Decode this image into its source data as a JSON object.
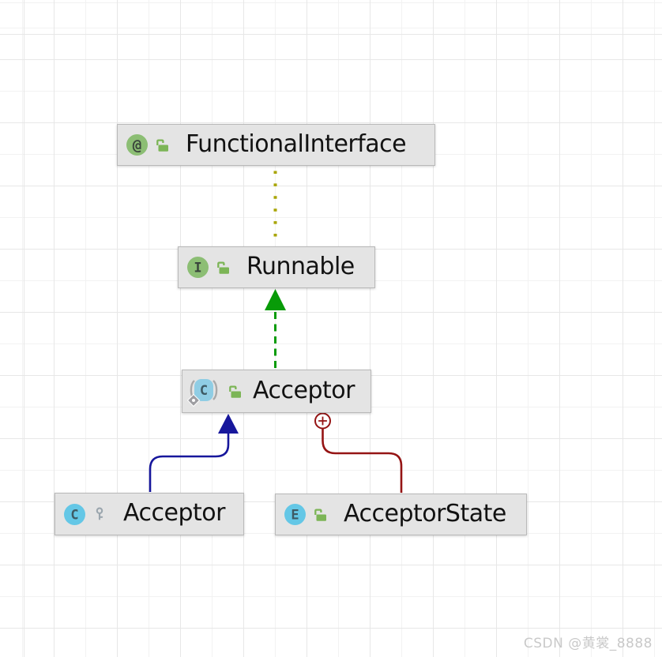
{
  "diagram": {
    "kind": "uml-class-diagram",
    "nodes": [
      {
        "id": "functional-interface",
        "label": "FunctionalInterface",
        "type": "annotation",
        "icon_glyph": "@",
        "visibility": "public"
      },
      {
        "id": "runnable",
        "label": "Runnable",
        "type": "interface",
        "icon_glyph": "I",
        "visibility": "public"
      },
      {
        "id": "acceptor-class",
        "label": "Acceptor",
        "type": "class",
        "icon_glyph": "C",
        "visibility": "public"
      },
      {
        "id": "acceptor-inner",
        "label": "Acceptor",
        "type": "class",
        "icon_glyph": "C",
        "visibility": "package-private"
      },
      {
        "id": "acceptor-state",
        "label": "AcceptorState",
        "type": "enum",
        "icon_glyph": "E",
        "visibility": "public"
      }
    ],
    "edges": [
      {
        "type": "annotation-usage",
        "from": "runnable",
        "to": "functional-interface",
        "style": "dotted"
      },
      {
        "type": "realization",
        "from": "acceptor-class",
        "to": "runnable",
        "style": "dashed-arrow"
      },
      {
        "type": "generalization",
        "from": "acceptor-inner",
        "to": "acceptor-class",
        "style": "solid-arrow"
      },
      {
        "type": "inner-class",
        "from": "acceptor-state",
        "to": "acceptor-class",
        "style": "solid-circled-plus"
      }
    ]
  },
  "colors": {
    "icon_green": "#8cbe74",
    "icon_blue": "#64c7e6",
    "icon_blue_muted": "#8fcde4",
    "glyph_on_green": "#3a453c",
    "glyph_on_blue": "#3e5a64",
    "lock_green": "#7cb556",
    "key_gray": "#9ba6ae",
    "paren_gray": "#a9a9a9",
    "diamond_gray": "#9e9ea2",
    "edge_annotation": "#a8a400",
    "edge_realization": "#089b08",
    "edge_generalization": "#17179c",
    "edge_inner": "#951414",
    "node_bg": "#e4e4e4",
    "node_border": "#b9b9b9",
    "label_color": "#121212",
    "watermark_color": "#c9c9c9"
  },
  "watermark": {
    "text": "CSDN @黄裳_8888"
  }
}
